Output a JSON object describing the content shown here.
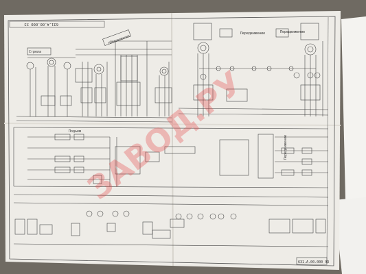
{
  "sheet": {
    "doc_code_top": "631.А.00.000 ЭЗ",
    "doc_code_bottom": "631.А.00.000 ЭЗ",
    "watermark": "ЗАВОД.РУ"
  },
  "labels": {
    "raise_bridge": "Подъем",
    "lower_bridge": "Передвижение",
    "bridge_travel": "Передвижение",
    "trolley_travel": "Передвижение",
    "control_left": "Стрела",
    "control_right": "Передвижение"
  },
  "colors": {
    "paper": "#eeece7",
    "ink": "#3a3a3a",
    "watermark": "#e84a4a",
    "background": "#6f6a62"
  }
}
